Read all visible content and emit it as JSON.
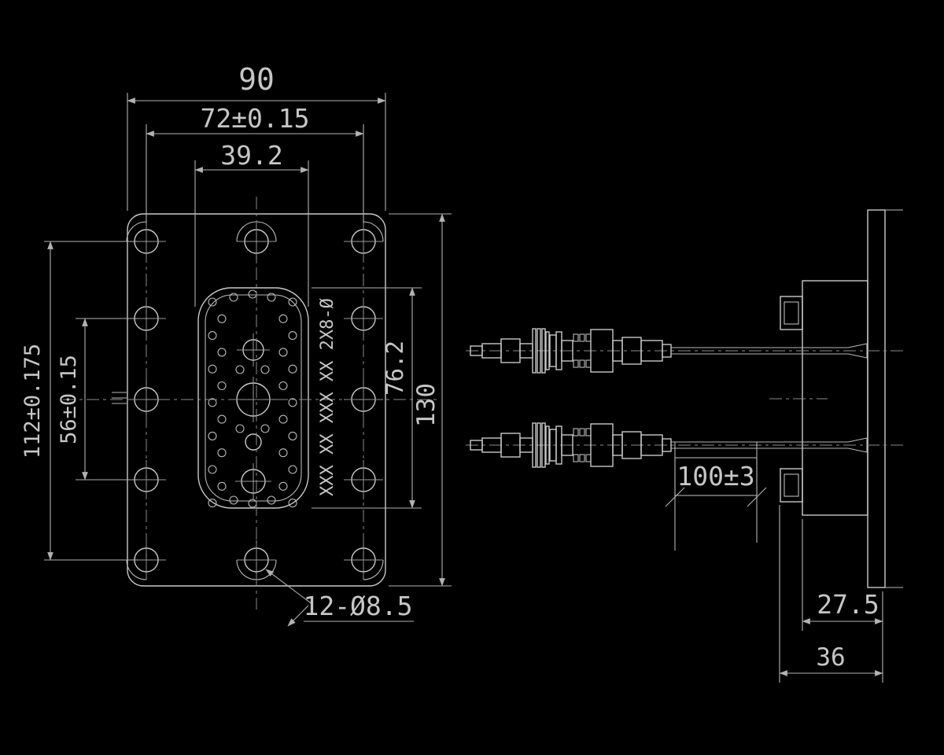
{
  "colors": {
    "background": "#000000",
    "line": "#c9c9c9",
    "dim_line": "#b2b2b2",
    "text": "#c6c6c6"
  },
  "front_view": {
    "width_overall": "90",
    "bolt_span_horizontal": "72±0.15",
    "insert_width": "39.2",
    "bolt_span_vertical": "112±0.175",
    "bolt_span_vertical_half": "56±0.15",
    "insert_height": "76.2",
    "height_overall": "130",
    "holes_callout": "12-Ø8.5",
    "insert_annotation": "XXX XX XXX XX 2X8-Ø"
  },
  "side_view": {
    "cable_length": "100±3",
    "bracket_depth": "27.5",
    "total_depth": "36"
  }
}
